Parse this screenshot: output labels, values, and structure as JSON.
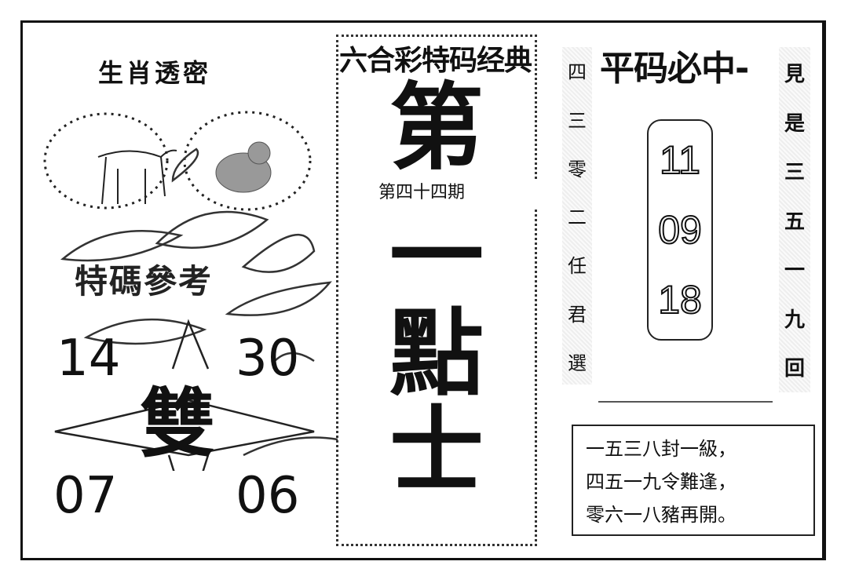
{
  "left_panel": {
    "title": "生肖透密",
    "zodiac_icons": [
      "ox-icon",
      "monkey-icon"
    ],
    "tema_label": "特碼參考",
    "numbers": [
      "14",
      "30",
      "07",
      "06"
    ],
    "center_char": "雙"
  },
  "center_panel": {
    "title": "六合彩特码经典",
    "big_chars": [
      "第",
      "一",
      "點",
      "士"
    ],
    "issue": "第四十四期"
  },
  "right_panel": {
    "left_column": [
      "四",
      "三",
      "零",
      "二",
      "任",
      "君",
      "選"
    ],
    "heading": "平码必中-",
    "right_column": [
      "見",
      "是",
      "三",
      "五",
      "一",
      "九",
      "回"
    ],
    "numbers": [
      "11",
      "09",
      "18"
    ],
    "poem": [
      "一五三八封一級，",
      "四五一九令難逢，",
      "零六一八豬再開。"
    ]
  }
}
